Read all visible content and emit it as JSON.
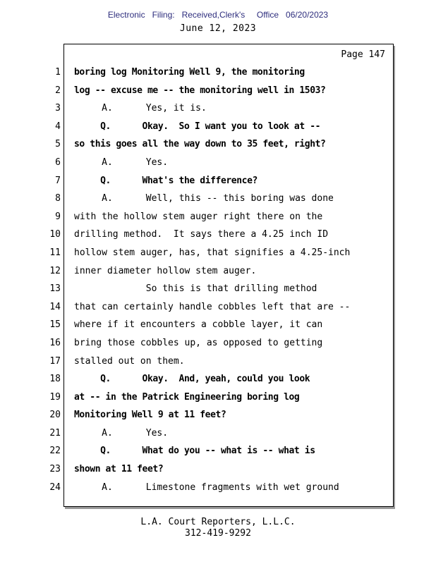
{
  "header": {
    "filing_stamp": "Electronic   Filing:   Received,Clerk's     Office   06/20/2023",
    "date": "June 12, 2023"
  },
  "transcript": {
    "page_label": "Page 147",
    "lines": [
      {
        "num": "1",
        "bold": true,
        "text": "boring log Monitoring Well 9, the monitoring"
      },
      {
        "num": "2",
        "bold": true,
        "text": "log -- excuse me -- the monitoring well in 1503?"
      },
      {
        "num": "3",
        "bold": false,
        "text": "     A.      Yes, it is."
      },
      {
        "num": "4",
        "bold": true,
        "text": "     Q.      Okay.  So I want you to look at --"
      },
      {
        "num": "5",
        "bold": true,
        "text": "so this goes all the way down to 35 feet, right?"
      },
      {
        "num": "6",
        "bold": false,
        "text": "     A.      Yes."
      },
      {
        "num": "7",
        "bold": true,
        "text": "     Q.      What's the difference?"
      },
      {
        "num": "8",
        "bold": false,
        "text": "     A.      Well, this -- this boring was done"
      },
      {
        "num": "9",
        "bold": false,
        "text": "with the hollow stem auger right there on the"
      },
      {
        "num": "10",
        "bold": false,
        "text": "drilling method.  It says there a 4.25 inch ID"
      },
      {
        "num": "11",
        "bold": false,
        "text": "hollow stem auger, has, that signifies a 4.25-inch"
      },
      {
        "num": "12",
        "bold": false,
        "text": "inner diameter hollow stem auger."
      },
      {
        "num": "13",
        "bold": false,
        "text": "             So this is that drilling method"
      },
      {
        "num": "14",
        "bold": false,
        "text": "that can certainly handle cobbles left that are --"
      },
      {
        "num": "15",
        "bold": false,
        "text": "where if it encounters a cobble layer, it can"
      },
      {
        "num": "16",
        "bold": false,
        "text": "bring those cobbles up, as opposed to getting"
      },
      {
        "num": "17",
        "bold": false,
        "text": "stalled out on them."
      },
      {
        "num": "18",
        "bold": true,
        "text": "     Q.      Okay.  And, yeah, could you look"
      },
      {
        "num": "19",
        "bold": true,
        "text": "at -- in the Patrick Engineering boring log"
      },
      {
        "num": "20",
        "bold": true,
        "text": "Monitoring Well 9 at 11 feet?"
      },
      {
        "num": "21",
        "bold": false,
        "text": "     A.      Yes."
      },
      {
        "num": "22",
        "bold": true,
        "text": "     Q.      What do you -- what is -- what is"
      },
      {
        "num": "23",
        "bold": true,
        "text": "shown at 11 feet?"
      },
      {
        "num": "24",
        "bold": false,
        "text": "     A.      Limestone fragments with wet ground"
      }
    ]
  },
  "footer": {
    "reporter": "L.A. Court Reporters, L.L.C.",
    "phone": "312-419-9292"
  }
}
